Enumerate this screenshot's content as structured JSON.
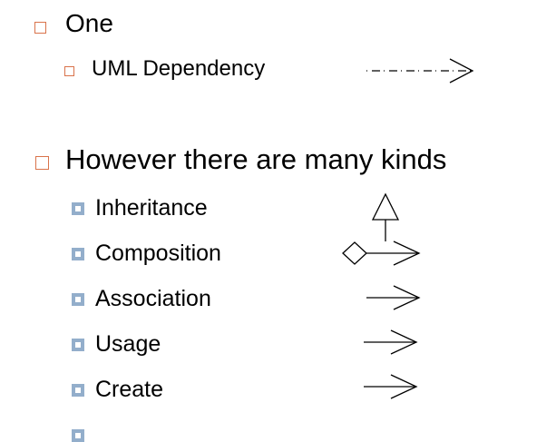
{
  "items": {
    "one": "One",
    "uml_dependency": "UML Dependency",
    "however": "However there are many kinds",
    "inheritance": "Inheritance",
    "composition": "Composition",
    "association": "Association",
    "usage": "Usage",
    "create": "Create"
  },
  "colors": {
    "hollow_bullet": "#d9734b",
    "filled_bullet": "#93aecb",
    "text": "#000000"
  },
  "icons": {
    "hollow_bullet": "square-outline-bullet-icon",
    "filled_bullet": "square-filled-bullet-icon"
  }
}
